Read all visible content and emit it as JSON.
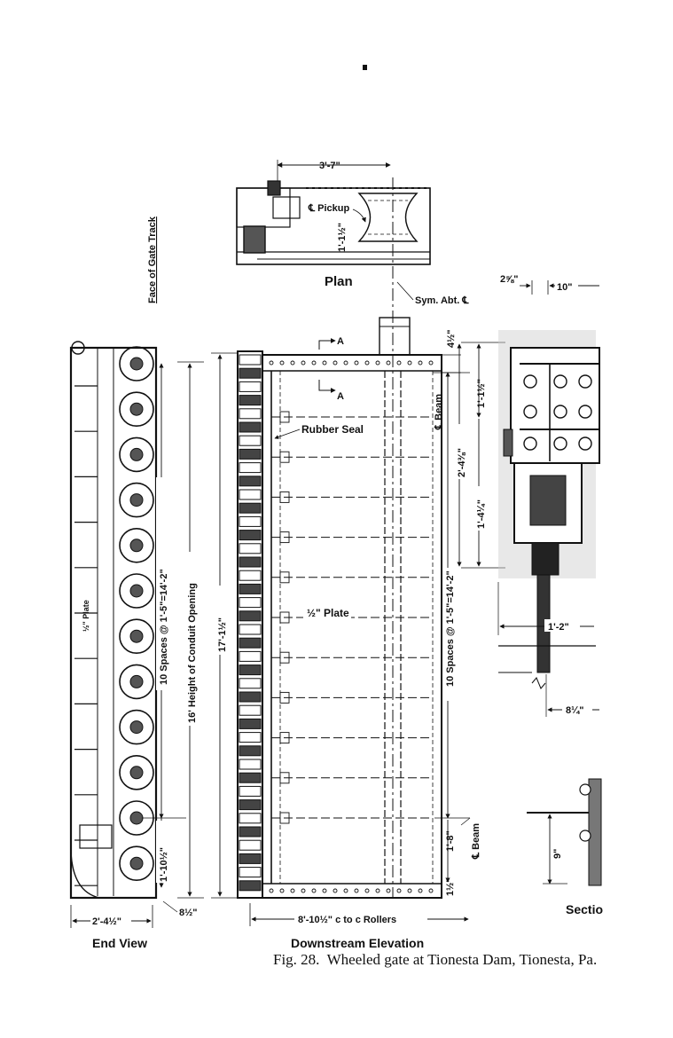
{
  "plan": {
    "title": "Plan",
    "width_dim": "3'-7\"",
    "pickup": "℄ Pickup",
    "small_dim": "1'-1½\""
  },
  "face_of_gate_track": "Face of Gate Track",
  "sym_note": "Sym. Abt. ℄",
  "end_view": {
    "title": "End View",
    "spacing": "10 Spaces @ 1'-5\"=14'-2\"",
    "bottom_dim": "1'-10½\"",
    "width_dim": "2'-4½\"",
    "foot_dim": "8½\"",
    "plate_note": "½\" Plate"
  },
  "downstream_elevation": {
    "title": "Downstream Elevation",
    "conduit_height": "16' Height of Conduit Opening",
    "total_height": "17'-1½\"",
    "rubber_seal": "Rubber Seal",
    "plate": "½\" Plate",
    "rollers_dim": "8'-10½\" c to c Rollers",
    "section_mark": "A",
    "beam_top": "℄ Beam",
    "beam_bottom": "℄ Beam",
    "top_dim": "4½\"",
    "dim_1": "1'-1½\"",
    "dim_2": "2'-4⅜\"",
    "dim_3": "1'-4¼\"",
    "spacing": "10 Spaces @ 1'-5\"=14'-2\"",
    "dim_4": "1'-8\"",
    "dim_5": "1½\""
  },
  "section": {
    "title": "Sectio",
    "dim_a": "2⅝\"",
    "dim_b": "10\"",
    "dim_c": "1'-2\"",
    "dim_d": "8¼\"",
    "dim_e": "9\""
  },
  "caption": {
    "fig": "Fig. 28.",
    "text": "Wheeled gate at Tionesta Dam, Tionesta, Pa."
  }
}
